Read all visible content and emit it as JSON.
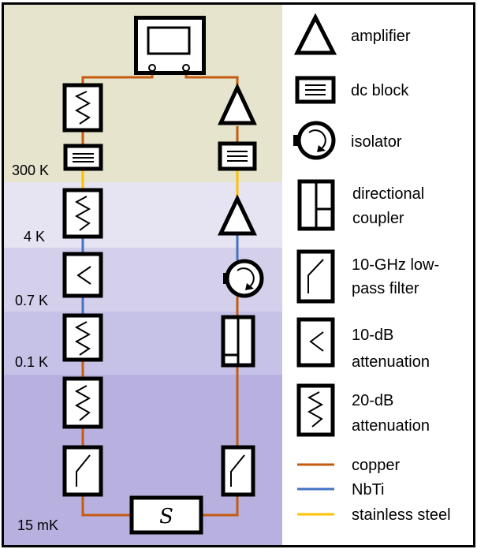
{
  "stages": [
    {
      "label": "300 K",
      "color": "#e6e4cc"
    },
    {
      "label": "4 K",
      "color": "#e6e3f3"
    },
    {
      "label": "0.7 K",
      "color": "#d4d0ec"
    },
    {
      "label": "0.1 K",
      "color": "#c6c1e6"
    },
    {
      "label": "15 mK",
      "color": "#b8b1df"
    }
  ],
  "sample_label": "S",
  "legend": {
    "amplifier": "amplifier",
    "dc_block": "dc block",
    "isolator": "isolator",
    "coupler_line1": "directional",
    "coupler_line2": "coupler",
    "filter_line1": "10-GHz low-",
    "filter_line2": "pass filter",
    "att10_line1": "10-dB",
    "att10_line2": "attenuation",
    "att20_line1": "20-dB",
    "att20_line2": "attenuation",
    "copper": "copper",
    "nbti": "NbTi",
    "steel": "stainless steel"
  },
  "wire_colors": {
    "copper": "#c55a11",
    "nbti": "#4472c4",
    "steel": "#ffc000"
  }
}
